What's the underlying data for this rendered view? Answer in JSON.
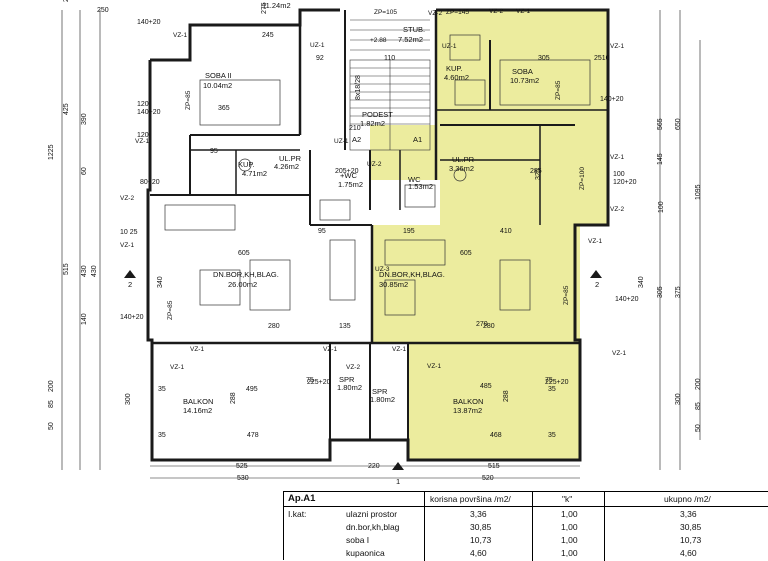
{
  "rooms": [
    {
      "key": "soba2_name",
      "text": "SOBA II"
    },
    {
      "key": "soba2_area",
      "text": "10.04m2"
    },
    {
      "key": "top_area",
      "text": "11.24m2"
    },
    {
      "key": "soba_name",
      "text": "SOBA"
    },
    {
      "key": "soba_area",
      "text": "10.73m2"
    },
    {
      "key": "kup_right_name",
      "text": "KUP."
    },
    {
      "key": "kup_right_area",
      "text": "4.60m2"
    },
    {
      "key": "stub_name",
      "text": "STUB."
    },
    {
      "key": "stub_area",
      "text": "7.52m2"
    },
    {
      "key": "kup_left_name",
      "text": "KUP."
    },
    {
      "key": "kup_left_area",
      "text": "4.71m2"
    },
    {
      "key": "ulpr_left_name",
      "text": "UL.PR"
    },
    {
      "key": "ulpr_left_area",
      "text": "4.26m2"
    },
    {
      "key": "wc_left_name",
      "text": "+WC"
    },
    {
      "key": "wc_left_area",
      "text": "1.75m2"
    },
    {
      "key": "wc_right_name",
      "text": "WC"
    },
    {
      "key": "wc_right_area",
      "text": "1.53m2"
    },
    {
      "key": "ulpr_right_name",
      "text": "UL.PR"
    },
    {
      "key": "ulpr_right_area",
      "text": "3.36m2"
    },
    {
      "key": "podest_name",
      "text": "PODEST"
    },
    {
      "key": "podest_area",
      "text": "1.82m2"
    },
    {
      "key": "dn_left_name",
      "text": "DN.BOR,KH,BLAG."
    },
    {
      "key": "dn_left_area",
      "text": "26.00m2"
    },
    {
      "key": "dn_right_name",
      "text": "DN.BOR,KH,BLAG."
    },
    {
      "key": "dn_right_area",
      "text": "30.85m2"
    },
    {
      "key": "balkon_left_name",
      "text": "BALKON"
    },
    {
      "key": "balkon_left_area",
      "text": "14.16m2"
    },
    {
      "key": "balkon_right_name",
      "text": "BALKON"
    },
    {
      "key": "balkon_right_area",
      "text": "13.87m2"
    },
    {
      "key": "spr_left_name",
      "text": "SPR"
    },
    {
      "key": "spr_left_area",
      "text": "1.80m2"
    },
    {
      "key": "spr_right_name",
      "text": "SPR"
    },
    {
      "key": "spr_right_area",
      "text": "1.80m2"
    },
    {
      "key": "a2_label",
      "text": "A2"
    },
    {
      "key": "a1_label",
      "text": "A1"
    }
  ],
  "tags": [
    {
      "key": "vz1_a",
      "text": "VZ-1"
    },
    {
      "key": "vz1_b",
      "text": "VZ-1"
    },
    {
      "key": "vz1_c",
      "text": "VZ-1"
    },
    {
      "key": "vz1_d",
      "text": "VZ-1"
    },
    {
      "key": "vz1_e",
      "text": "VZ-1"
    },
    {
      "key": "vz1_f",
      "text": "VZ-1"
    },
    {
      "key": "vz1_g",
      "text": "VZ-1"
    },
    {
      "key": "vz1_h",
      "text": "VZ-1"
    },
    {
      "key": "vz1_i",
      "text": "VZ-1"
    },
    {
      "key": "vz1_j",
      "text": "VZ-1"
    },
    {
      "key": "vz1_k",
      "text": "VZ-1"
    },
    {
      "key": "vz1_l",
      "text": "VZ-1"
    },
    {
      "key": "vz1_m",
      "text": "VZ-1"
    },
    {
      "key": "vz2_a",
      "text": "VZ-2"
    },
    {
      "key": "vz2_b",
      "text": "VZ-2"
    },
    {
      "key": "vz2_c",
      "text": "VZ-2"
    },
    {
      "key": "vz2_d",
      "text": "VZ-2"
    },
    {
      "key": "vz2_e",
      "text": "VZ-2"
    },
    {
      "key": "uz1_a",
      "text": "UZ-1"
    },
    {
      "key": "uz1_b",
      "text": "UZ-1"
    },
    {
      "key": "uz1_c",
      "text": "UZ-1"
    },
    {
      "key": "uz2_a",
      "text": "UZ-2"
    },
    {
      "key": "uz3_a",
      "text": "UZ-3"
    },
    {
      "key": "zp145",
      "text": "ZP=145"
    },
    {
      "key": "zp105",
      "text": "ZP=105"
    },
    {
      "key": "zp85a",
      "text": "ZP=85"
    },
    {
      "key": "zp85b",
      "text": "ZP=85"
    },
    {
      "key": "zp85c",
      "text": "ZP=85"
    },
    {
      "key": "zp85d",
      "text": "ZP=85"
    },
    {
      "key": "zp100",
      "text": "ZP=100"
    },
    {
      "key": "elev",
      "text": "+2.88"
    }
  ],
  "dims": [
    {
      "key": "d1225",
      "text": "1225"
    },
    {
      "key": "d1095",
      "text": "1095"
    },
    {
      "key": "d650",
      "text": "650"
    },
    {
      "key": "d565",
      "text": "565"
    },
    {
      "key": "d425",
      "text": "425"
    },
    {
      "key": "d390",
      "text": "390"
    },
    {
      "key": "d515",
      "text": "515"
    },
    {
      "key": "d430a",
      "text": "430"
    },
    {
      "key": "d430b",
      "text": "430"
    },
    {
      "key": "d375",
      "text": "375"
    },
    {
      "key": "d340a",
      "text": "340"
    },
    {
      "key": "d340b",
      "text": "340"
    },
    {
      "key": "d305",
      "text": "305"
    },
    {
      "key": "d300a",
      "text": "300"
    },
    {
      "key": "d300b",
      "text": "300"
    },
    {
      "key": "d288a",
      "text": "288"
    },
    {
      "key": "d288b",
      "text": "288"
    },
    {
      "key": "d200a",
      "text": "200"
    },
    {
      "key": "d200b",
      "text": "200"
    },
    {
      "key": "d605a",
      "text": "605"
    },
    {
      "key": "d605b",
      "text": "605"
    },
    {
      "key": "d495",
      "text": "495"
    },
    {
      "key": "d485",
      "text": "485"
    },
    {
      "key": "d478",
      "text": "478"
    },
    {
      "key": "d468",
      "text": "468"
    },
    {
      "key": "d525",
      "text": "525"
    },
    {
      "key": "d515b",
      "text": "515"
    },
    {
      "key": "d530",
      "text": "530"
    },
    {
      "key": "d520",
      "text": "520"
    },
    {
      "key": "d220",
      "text": "220"
    },
    {
      "key": "d410",
      "text": "410"
    },
    {
      "key": "d280a",
      "text": "280"
    },
    {
      "key": "d280b",
      "text": "280"
    },
    {
      "key": "d270",
      "text": "270"
    },
    {
      "key": "d135",
      "text": "135"
    },
    {
      "key": "d195",
      "text": "195"
    },
    {
      "key": "d245",
      "text": "245"
    },
    {
      "key": "d275",
      "text": "275"
    },
    {
      "key": "d250",
      "text": "250"
    },
    {
      "key": "d305b",
      "text": "305"
    },
    {
      "key": "d365",
      "text": "365"
    },
    {
      "key": "d325",
      "text": "325"
    },
    {
      "key": "d285",
      "text": "285"
    },
    {
      "key": "d140_20a",
      "text": "140+20"
    },
    {
      "key": "d140_20b",
      "text": "140+20"
    },
    {
      "key": "d140_20c",
      "text": "140+20"
    },
    {
      "key": "d140_20d",
      "text": "140+20"
    },
    {
      "key": "d140_20e",
      "text": "140+20"
    },
    {
      "key": "d120_20",
      "text": "120+20"
    },
    {
      "key": "d80_20",
      "text": "80+20"
    },
    {
      "key": "d225_20a",
      "text": "225+20"
    },
    {
      "key": "d225_20b",
      "text": "225+20"
    },
    {
      "key": "d205_20",
      "text": "205+20"
    },
    {
      "key": "d75a",
      "text": "75"
    },
    {
      "key": "d75b",
      "text": "75"
    },
    {
      "key": "d85a",
      "text": "85"
    },
    {
      "key": "d85b",
      "text": "85"
    },
    {
      "key": "d50a",
      "text": "50"
    },
    {
      "key": "d50b",
      "text": "50"
    },
    {
      "key": "d35a",
      "text": "35"
    },
    {
      "key": "d35b",
      "text": "35"
    },
    {
      "key": "d35c",
      "text": "35"
    },
    {
      "key": "d35d",
      "text": "35"
    },
    {
      "key": "d120a",
      "text": "120"
    },
    {
      "key": "d120b",
      "text": "120"
    },
    {
      "key": "d100a",
      "text": "100"
    },
    {
      "key": "d100b",
      "text": "100"
    },
    {
      "key": "d140a",
      "text": "140"
    },
    {
      "key": "d60",
      "text": "60"
    },
    {
      "key": "d145",
      "text": "145"
    },
    {
      "key": "d95a",
      "text": "95"
    },
    {
      "key": "d95b",
      "text": "95"
    },
    {
      "key": "d92",
      "text": "92"
    },
    {
      "key": "d110",
      "text": "110"
    },
    {
      "key": "d2510",
      "text": "2510"
    },
    {
      "key": "d28",
      "text": "28"
    },
    {
      "key": "d18_28",
      "text": "8x18/28"
    },
    {
      "key": "d210",
      "text": "210"
    },
    {
      "key": "d1025",
      "text": "10 25"
    }
  ],
  "sections": [
    {
      "key": "sec_left",
      "text": "2"
    },
    {
      "key": "sec_right",
      "text": "2"
    },
    {
      "key": "sec_bottom",
      "text": "1"
    }
  ],
  "table": {
    "title": "Ap.A1",
    "col_area": "korisna površina /m2/",
    "col_k": "\"k\"",
    "col_total": "ukupno /m2/",
    "floor": "I.kat:",
    "rows": [
      {
        "name": "ulazni prostor",
        "area": "3,36",
        "k": "1,00",
        "total": "3,36"
      },
      {
        "name": "dn.bor,kh,blag",
        "area": "30,85",
        "k": "1,00",
        "total": "30,85"
      },
      {
        "name": "soba I",
        "area": "10,73",
        "k": "1,00",
        "total": "10,73"
      },
      {
        "name": "kupaonica",
        "area": "4,60",
        "k": "1,00",
        "total": "4,60"
      }
    ]
  },
  "colors": {
    "highlight": "#ecec9e",
    "line": "#1a1a1a"
  }
}
